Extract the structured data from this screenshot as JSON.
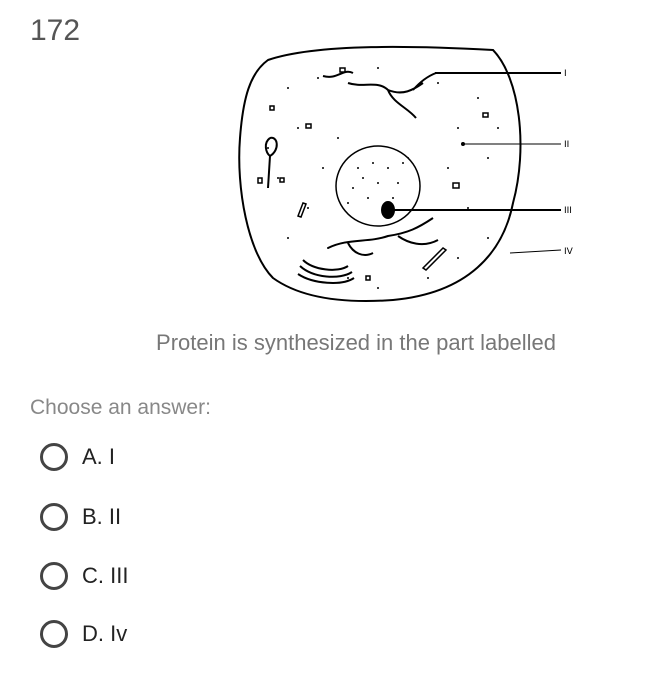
{
  "question_number": "172",
  "diagram": {
    "labels": [
      "I",
      "II",
      "III",
      "IV"
    ]
  },
  "question_text": "Protein is synthesized in the part labelled",
  "prompt": "Choose an answer:",
  "options": [
    {
      "label": "A. I"
    },
    {
      "label": "B. II"
    },
    {
      "label": "C. III"
    },
    {
      "label": "D. Iv"
    }
  ]
}
